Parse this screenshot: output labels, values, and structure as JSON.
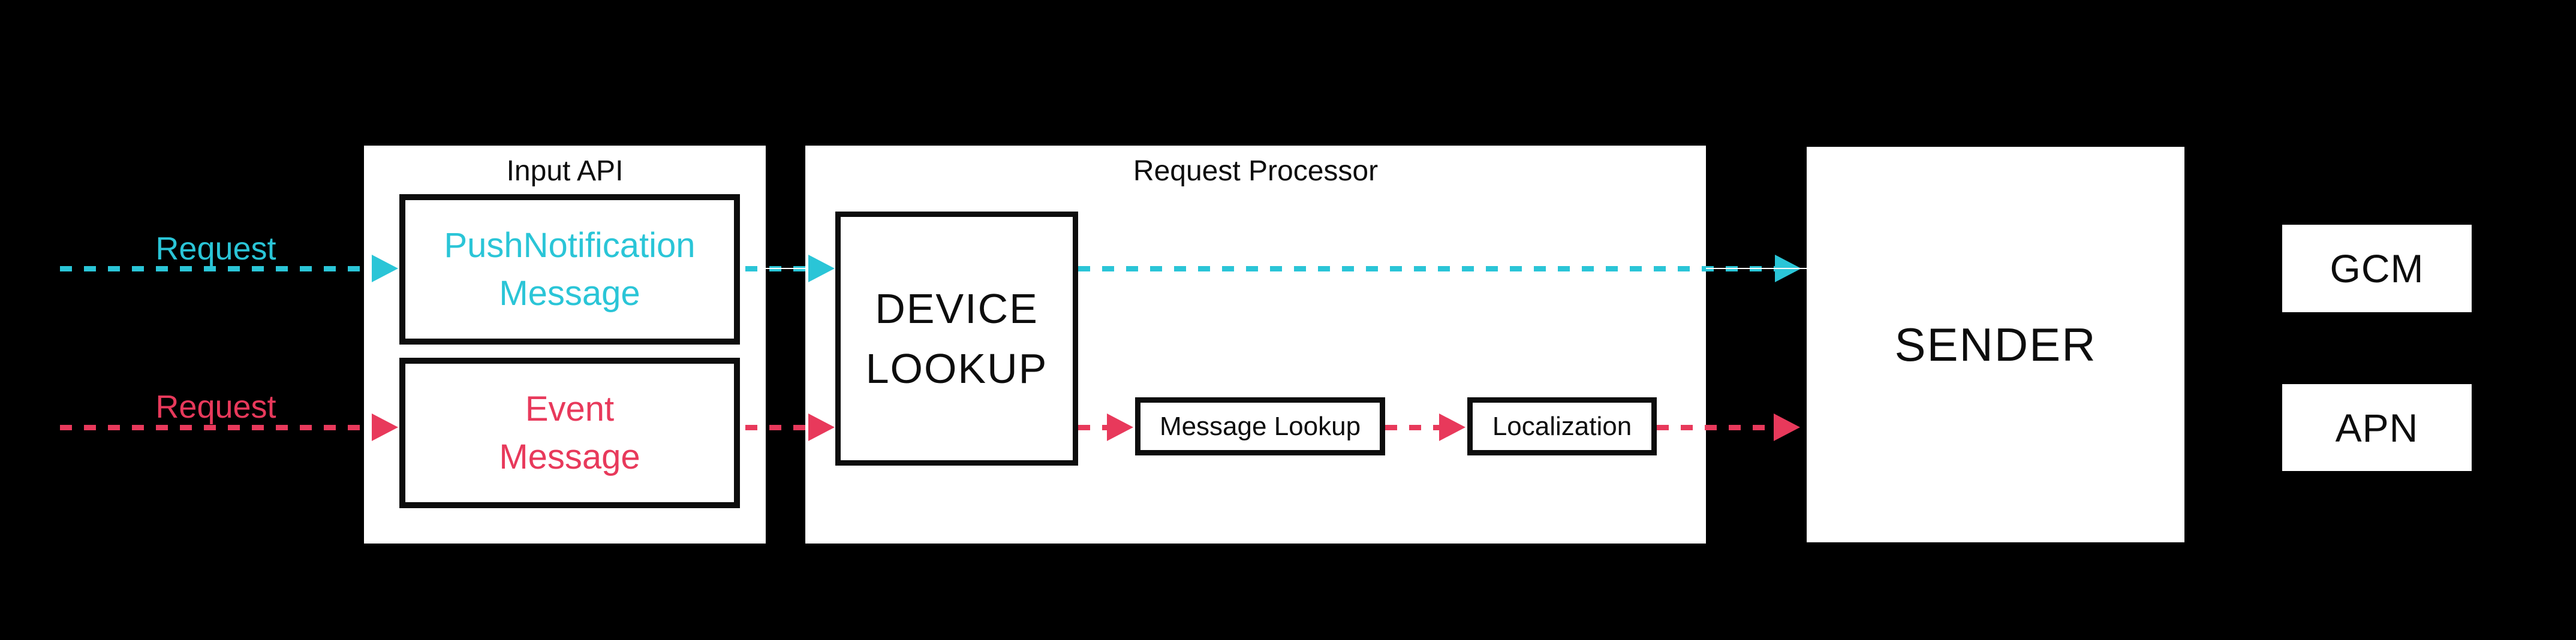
{
  "diagram": {
    "type": "flow-diagram",
    "colors": {
      "background": "#000000",
      "box_fill": "#ffffff",
      "box_border": "#0d0d0d",
      "push_flow": "#2AC5D7",
      "event_flow": "#E8395B",
      "hairline": "#ffffff"
    },
    "request_labels": {
      "push": "Request",
      "event": "Request"
    },
    "input_api": {
      "title": "Input API",
      "push_lines": [
        "PushNotification",
        "Message"
      ],
      "event_lines": [
        "Event",
        "Message"
      ]
    },
    "request_processor": {
      "title": "Request Processor",
      "device_lookup_lines": [
        "DEVICE",
        "LOOKUP"
      ],
      "message_lookup": "Message Lookup",
      "localization": "Localization"
    },
    "sender": "SENDER",
    "gcm": "GCM",
    "apn": "APN",
    "edges": [
      {
        "from": "external",
        "to": "PushNotification Message",
        "color": "#2AC5D7",
        "style": "dashed-arrow",
        "label": "Request"
      },
      {
        "from": "PushNotification Message",
        "to": "DEVICE LOOKUP",
        "color": "#2AC5D7",
        "style": "dashed-arrow"
      },
      {
        "from": "DEVICE LOOKUP",
        "to": "SENDER",
        "color": "#2AC5D7",
        "style": "dashed-arrow"
      },
      {
        "from": "external",
        "to": "Event Message",
        "color": "#E8395B",
        "style": "dashed-arrow",
        "label": "Request"
      },
      {
        "from": "Event Message",
        "to": "DEVICE LOOKUP",
        "color": "#E8395B",
        "style": "dashed-arrow"
      },
      {
        "from": "DEVICE LOOKUP",
        "to": "Message Lookup",
        "color": "#E8395B",
        "style": "dashed-arrow"
      },
      {
        "from": "Message Lookup",
        "to": "Localization",
        "color": "#E8395B",
        "style": "dashed-arrow"
      },
      {
        "from": "Localization",
        "to": "SENDER",
        "color": "#E8395B",
        "style": "dashed-arrow"
      }
    ]
  }
}
